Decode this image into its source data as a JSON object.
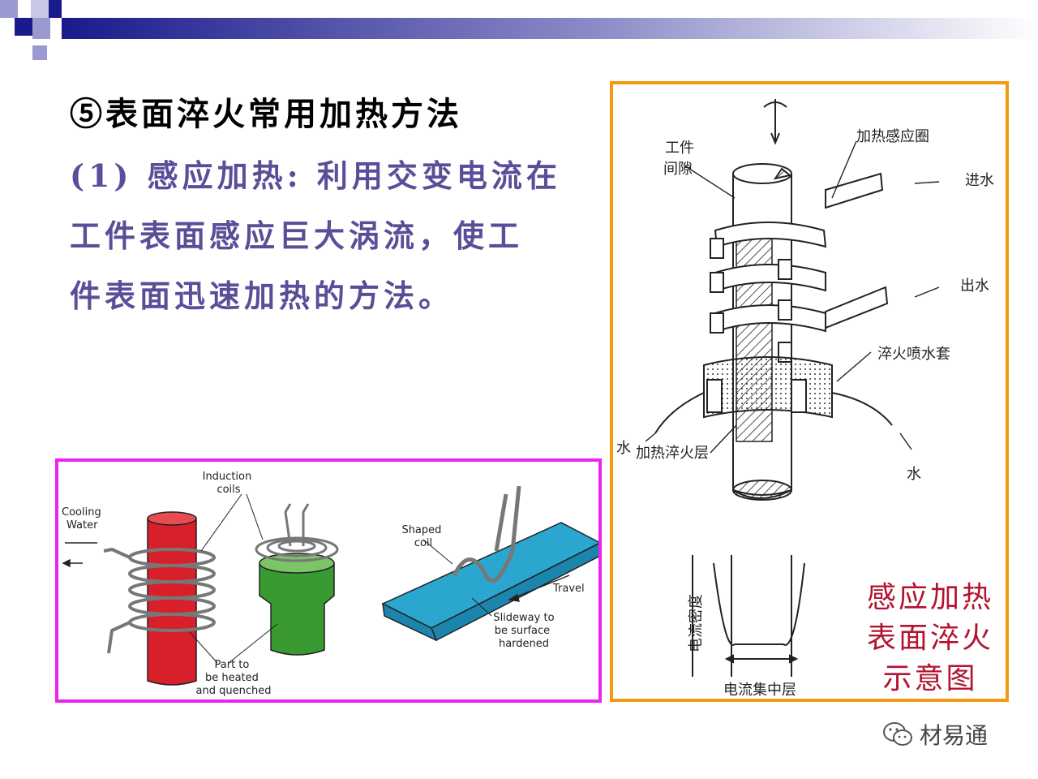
{
  "slide": {
    "title": "⑤表面淬火常用加热方法",
    "body_lines": [
      "(1) 感应加热: 利用交变电流在",
      "工件表面感应巨大涡流，使工",
      "件表面迅速加热的方法。"
    ]
  },
  "left_figure": {
    "labels": {
      "induction_coils": [
        "Induction",
        "coils"
      ],
      "cooling_water": [
        "Cooling",
        "Water"
      ],
      "part": [
        "Part  to",
        "be  heated",
        "and  quenched"
      ],
      "shaped_coil": [
        "Shaped",
        "coil"
      ],
      "travel": "Travel",
      "slideway": [
        "Slideway  to",
        "be  surface",
        "hardened"
      ]
    },
    "colors": {
      "rod": "#d8202a",
      "cylinder": "#3a9a32",
      "slide": "#2aa6cf"
    }
  },
  "right_figure": {
    "labels": {
      "workpiece": "工件",
      "gap": "间隙",
      "coil": "加热感应圈",
      "water_in": "进水",
      "water_out": "出水",
      "spray": "淬火喷水套",
      "water_left": "水",
      "heated_layer": "加热淬火层",
      "water_right": "水",
      "current_density": "电流密度",
      "concentrated_layer": "电流集中层"
    },
    "caption": [
      "感应加热",
      "表面淬火",
      "示意图"
    ]
  },
  "watermark": {
    "text": "材易通",
    "icon": "wechat-icon"
  },
  "colors": {
    "title": "#000000",
    "body": "#5a4e99",
    "caption": "#b3132e",
    "frame_right": "#f39a12",
    "frame_left": "#ee22ee"
  }
}
